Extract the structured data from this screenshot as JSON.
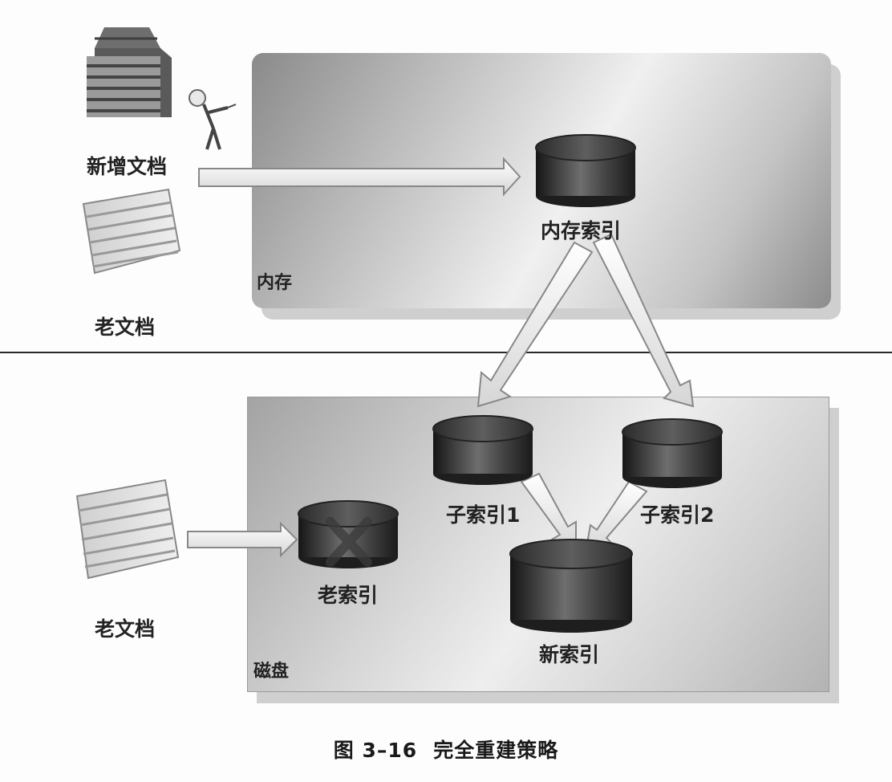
{
  "regions": {
    "memory": "内存",
    "disk": "磁盘"
  },
  "documents": {
    "new_docs": "新增文档",
    "old_docs_top": "老文档",
    "old_docs_disk": "老文档"
  },
  "indexes": {
    "memory_index": "内存索引",
    "sub_index_1": "子索引1",
    "sub_index_2": "子索引2",
    "old_index": "老索引",
    "new_index": "新索引"
  },
  "caption": {
    "number": "图 3–16",
    "title": "完全重建策略"
  }
}
